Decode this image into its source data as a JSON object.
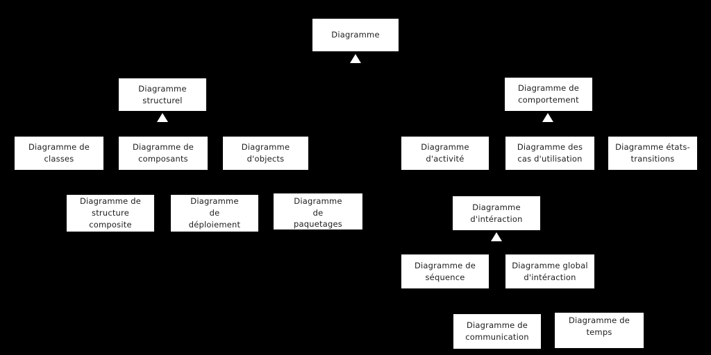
{
  "colors": {
    "background": "#000000",
    "node_fill": "#ffffff",
    "node_border": "#000000",
    "node_text": "#1c1c1c",
    "arrow_fill": "#ffffff"
  },
  "nodes": {
    "diagramme": {
      "label": "Diagramme"
    },
    "structurel": {
      "label": "Diagramme\nstructurel"
    },
    "comportement": {
      "label": "Diagramme de\ncomportement"
    },
    "classes": {
      "label": "Diagramme de\nclasses"
    },
    "composants": {
      "label": "Diagramme de\ncomposants"
    },
    "objects": {
      "label": "Diagramme\nd'objects"
    },
    "activite": {
      "label": "Diagramme\nd'activité"
    },
    "cas": {
      "label": "Diagramme des\ncas d'utilisation"
    },
    "etats": {
      "label": "Diagramme états-\ntransitions"
    },
    "composite": {
      "label": "Diagramme de\nstructure\ncomposite"
    },
    "deploiement": {
      "label": "Diagramme\nde\ndéploiement"
    },
    "paquetages": {
      "label": "Diagramme\nde\npaquetages"
    },
    "interaction": {
      "label": "Diagramme\nd'intéraction"
    },
    "sequence": {
      "label": "Diagramme de\nséquence"
    },
    "global": {
      "label": "Diagramme global\nd'intéraction"
    },
    "communication": {
      "label": "Diagramme de\ncommunication"
    },
    "temps": {
      "label": "Diagramme de\ntemps"
    }
  }
}
